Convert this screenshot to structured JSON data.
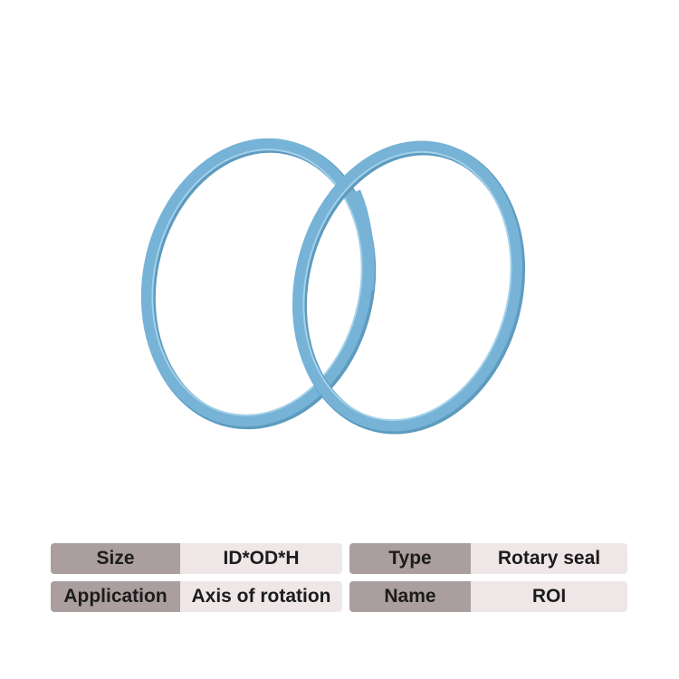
{
  "product": {
    "ring_color": "#76b3d6",
    "ring_shadow_color": "#5d9bbf",
    "ring_highlight_color": "#a4d1ea"
  },
  "specs": {
    "label_bg": "#ab9e9e",
    "value_bg": "#efe7e7",
    "rows": [
      {
        "label": "Size",
        "value": "ID*OD*H"
      },
      {
        "label": "Type",
        "value": "Rotary seal"
      },
      {
        "label": "Application",
        "value": "Axis of rotation"
      },
      {
        "label": "Name",
        "value": "ROI"
      }
    ]
  }
}
